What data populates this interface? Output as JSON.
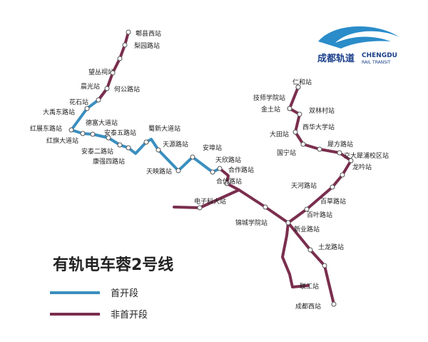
{
  "title": "有轨电车蓉2号线",
  "logo": {
    "cn": "成都轨道",
    "en": "CHENGDU",
    "en_sub": "RAIL TRANSIT"
  },
  "legend": [
    {
      "label": "首开段",
      "color": "#3a8fbf"
    },
    {
      "label": "非首开段",
      "color": "#7a2e4e"
    }
  ],
  "colors": {
    "first_phase": "#3a8fbf",
    "other": "#7a2e4e"
  },
  "stations": [
    "郫县西站",
    "梨园路站",
    "望丛祠站",
    "晨光站",
    "何公路站",
    "花石站",
    "大禹东路站",
    "红展东路站",
    "红旗大道站",
    "德富大道站",
    "安泰五路站",
    "安泰二路站",
    "康强四路站",
    "蜀新大道站",
    "天源路站",
    "天映路站",
    "安埠站",
    "天欣路站",
    "合作路站",
    "合信路站",
    "电子科大站",
    "锦城学院站",
    "新业路站",
    "百叶路站",
    "百草路站",
    "天河路站",
    "龙吟站",
    "交大犀浦校区站",
    "犀方路站",
    "国宁站",
    "大田站",
    "西华大学站",
    "双林村站",
    "金土站",
    "技师学院站",
    "仁和站",
    "土龙路站",
    "联工站",
    "成都西站"
  ]
}
